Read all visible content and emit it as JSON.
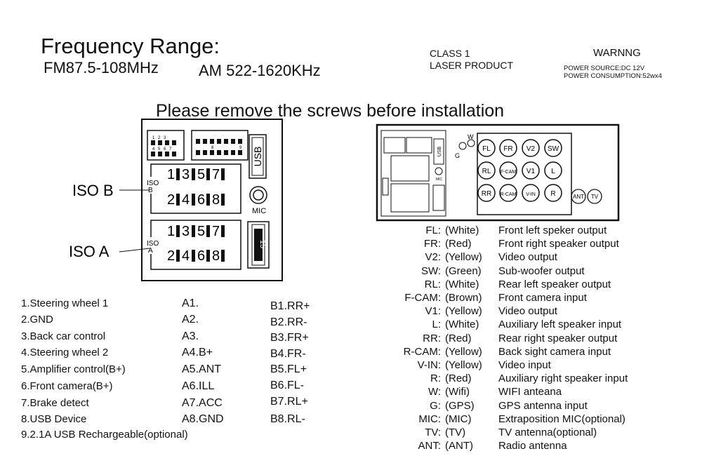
{
  "header": {
    "freq_title": "Frequency Range:",
    "fm": "FM87.5-108MHz",
    "am": "AM 522-1620KHz",
    "class_line1": "CLASS 1",
    "class_line2": "LASER PRODUCT",
    "warning_title": "WARNNG",
    "power_source": "POWER SOURCE:DC 12V",
    "power_consumption": "POWER CONSUMPTION:52wx4"
  },
  "notice": "Please remove the screws before  installation",
  "left_panel": {
    "iso_b_label": "ISO B",
    "iso_a_label": "ISO A",
    "iso_tag": "ISO",
    "b_tag": "B",
    "a_tag": "A",
    "usb": "USB",
    "mic": "MIC",
    "row_top_digits": [
      "1",
      "3",
      "5",
      "7"
    ],
    "row_bottom_digits": [
      "2",
      "4",
      "6",
      "8"
    ],
    "small_digits_row1": [
      "1",
      "2",
      "3"
    ],
    "small_digits_row2": [
      "4",
      "5",
      "6",
      "7"
    ],
    "small_right_digits": [
      "8",
      "9"
    ],
    "fuse": "15"
  },
  "right_panel": {
    "circles": [
      {
        "label": "FL"
      },
      {
        "label": "FR"
      },
      {
        "label": "V2"
      },
      {
        "label": "SW"
      },
      {
        "label": "RL"
      },
      {
        "label": "F-CAM"
      },
      {
        "label": "V1"
      },
      {
        "label": "L"
      },
      {
        "label": "RR"
      },
      {
        "label": "R-CAM"
      },
      {
        "label": "V-IN"
      },
      {
        "label": "R"
      }
    ],
    "ant": "ANT",
    "tv": "TV",
    "w": "W",
    "g": "G",
    "usb": "USB",
    "mic": "MIC"
  },
  "pin_functions": [
    "1.Steering wheel 1",
    "2.GND",
    "3.Back car control",
    "4.Steering wheel 2",
    "5.Amplifier control(B+)",
    "6.Front camera(B+)",
    "7.Brake detect",
    "8.USB Device",
    "9.2.1A USB Rechargeable(optional)"
  ],
  "a_pins": [
    "A1.",
    "A2.",
    "A3.",
    "A4.B+",
    "A5.ANT",
    "A6.ILL",
    "A7.ACC",
    "A8.GND"
  ],
  "b_pins": [
    "B1.RR+",
    "B2.RR-",
    "B3.FR+",
    "B4.FR-",
    "B5.FL+",
    "B6.FL-",
    "B7.RL+",
    "B8.RL-"
  ],
  "legend": [
    {
      "key": "FL:",
      "color": "(White)",
      "desc": "Front left speker  output"
    },
    {
      "key": "FR:",
      "color": "(Red)",
      "desc": "Front right speaker output"
    },
    {
      "key": "V2:",
      "color": "(Yellow)",
      "desc": "Video output"
    },
    {
      "key": "SW:",
      "color": "(Green)",
      "desc": "Sub-woofer output"
    },
    {
      "key": "RL:",
      "color": "(White)",
      "desc": "Rear left speaker output"
    },
    {
      "key": "F-CAM:",
      "color": "(Brown)",
      "desc": "Front camera input"
    },
    {
      "key": "V1:",
      "color": "(Yellow)",
      "desc": "Video output"
    },
    {
      "key": "L:",
      "color": "(White)",
      "desc": "Auxiliary left speaker input"
    },
    {
      "key": "RR:",
      "color": "(Red)",
      "desc": "Rear right speaker output"
    },
    {
      "key": "R-CAM:",
      "color": "(Yellow)",
      "desc": "Back sight camera input"
    },
    {
      "key": "V-IN:",
      "color": "(Yellow)",
      "desc": "Video input"
    },
    {
      "key": "R:",
      "color": "(Red)",
      "desc": "Auxiliary right speaker input"
    },
    {
      "key": "W:",
      "color": "(Wifi)",
      "desc": "WIFI anteana"
    },
    {
      "key": "G:",
      "color": "(GPS)",
      "desc": "GPS antenna input"
    },
    {
      "key": "MIC:",
      "color": "(MIC)",
      "desc": "Extraposition MIC(optional)"
    },
    {
      "key": "TV:",
      "color": "(TV)",
      "desc": "TV antenna(optional)"
    },
    {
      "key": "ANT:",
      "color": "(ANT)",
      "desc": "Radio antenna"
    }
  ]
}
